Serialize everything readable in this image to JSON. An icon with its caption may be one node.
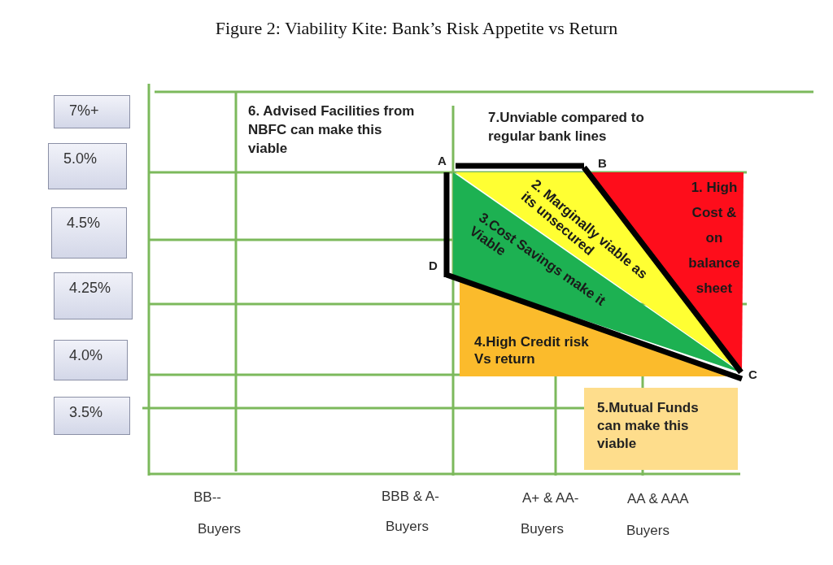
{
  "diagram": {
    "title": "Figure 2: Viability Kite: Bank’s Risk Appetite vs Return",
    "nodes": [
      {
        "text": [
          "7%+"
        ]
      },
      {
        "text": [
          "5.0%"
        ]
      },
      {
        "text": [
          "4.5%"
        ]
      },
      {
        "text": [
          "4.25%"
        ]
      },
      {
        "text": [
          "4.0%"
        ]
      },
      {
        "text": [
          "3.5%"
        ]
      },
      {
        "text": [
          "1. High Cost & on balance sheet"
        ]
      },
      {
        "text": [
          "2. Marginally viable as its unsecured"
        ]
      },
      {
        "text": [
          "3.Cost Savings make it Viable"
        ]
      },
      {
        "text": [
          "4.High Credit risk Vs return"
        ]
      },
      {
        "text": [
          "5.Mutual Funds can make this viable"
        ]
      }
    ],
    "labels": [
      "6. Advised Facilities from NBFC can make this viable",
      "7.Unviable compared to regular bank lines",
      "A",
      "B",
      "D",
      "C",
      "BB--",
      "BBB & A-",
      "A+ & AA-",
      "AA & AAA",
      "Buyers",
      "Buyers",
      "Buyers",
      "Buyers"
    ]
  }
}
